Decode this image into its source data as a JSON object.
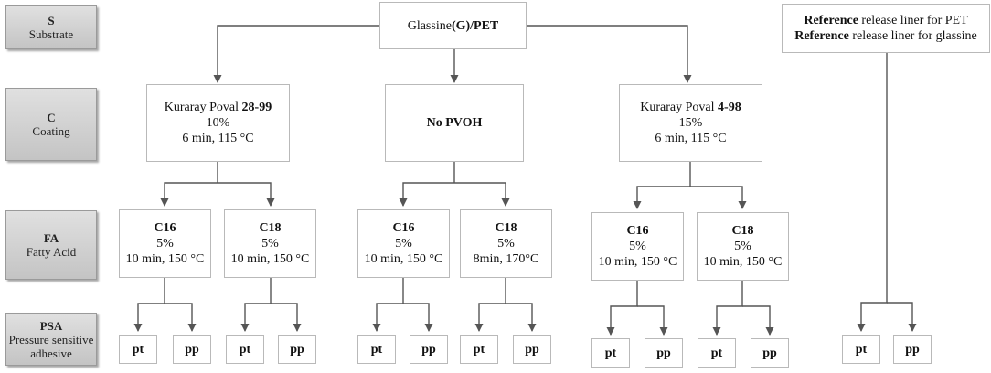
{
  "levels": [
    {
      "code": "S",
      "name": "Substrate"
    },
    {
      "code": "C",
      "name": "Coating"
    },
    {
      "code": "FA",
      "name": "Fatty Acid"
    },
    {
      "code": "PSA",
      "name": "Pressure sensitive adhesive"
    }
  ],
  "substrate": {
    "prefix": "Glassine",
    "bold": "(G)/PET"
  },
  "reference": {
    "line1_bold": "Reference",
    "line1_rest": " release liner for PET",
    "line2_bold": "Reference",
    "line2_rest": " release liner for glassine"
  },
  "coatings": [
    {
      "name": "Kuraray Poval ",
      "grade": "28-99",
      "conc": "10%",
      "cond": "6 min, 115 °C"
    },
    {
      "label": "No PVOH"
    },
    {
      "name": "Kuraray Poval ",
      "grade": "4-98",
      "conc": "15%",
      "cond": "6 min, 115 °C"
    }
  ],
  "fatty_acids": [
    {
      "acid": "C16",
      "conc": "5%",
      "cond": "10 min, 150 °C"
    },
    {
      "acid": "C18",
      "conc": "5%",
      "cond": "10 min, 150 °C"
    },
    {
      "acid": "C16",
      "conc": "5%",
      "cond": "10 min, 150 °C"
    },
    {
      "acid": "C18",
      "conc": "5%",
      "cond": "8min, 170°C"
    },
    {
      "acid": "C16",
      "conc": "5%",
      "cond": "10 min, 150 °C"
    },
    {
      "acid": "C18",
      "conc": "5%",
      "cond": "10 min, 150 °C"
    }
  ],
  "psa": {
    "left": "pt",
    "right": "pp"
  }
}
